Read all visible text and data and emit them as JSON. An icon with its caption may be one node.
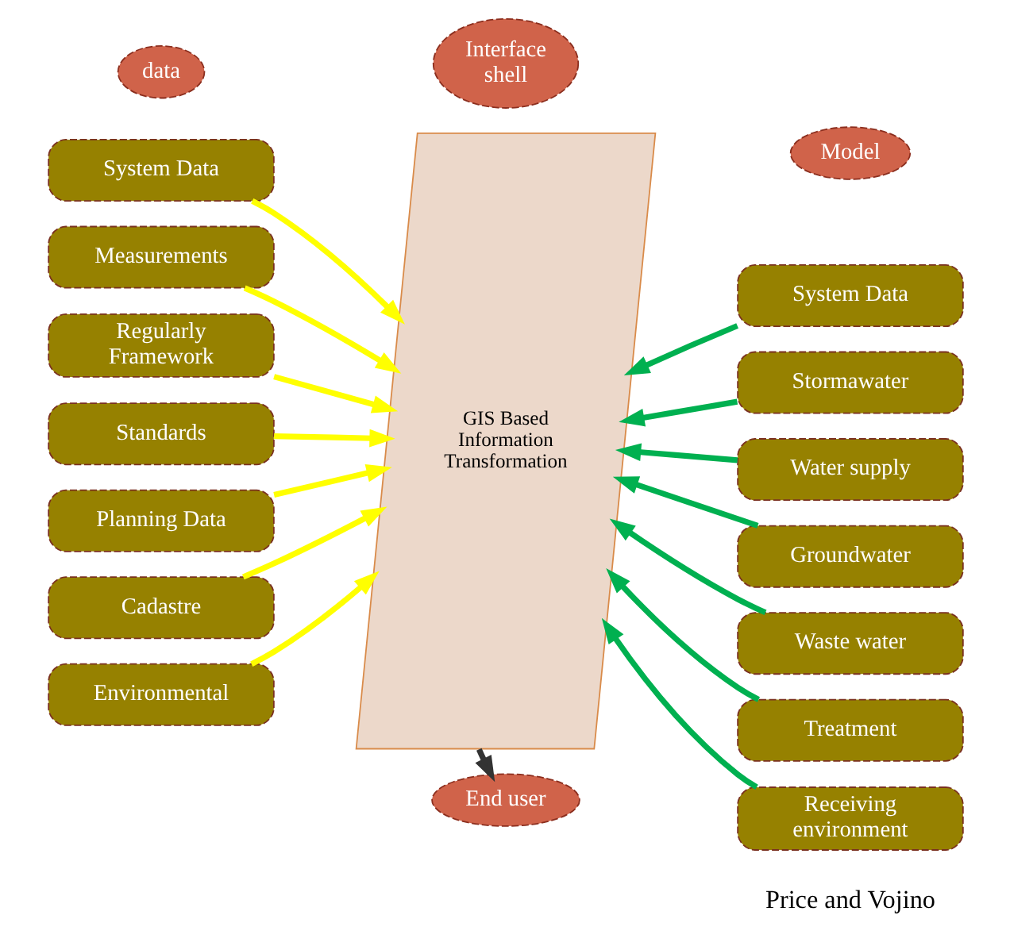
{
  "diagram": {
    "nodes": [
      {
        "text": [
          "data"
        ]
      },
      {
        "text": [
          "Interface shell"
        ]
      },
      {
        "text": [
          "Model"
        ]
      },
      {
        "text": [
          "System Data"
        ]
      },
      {
        "text": [
          "Measurements"
        ]
      },
      {
        "text": [
          "Regularly Framework"
        ]
      },
      {
        "text": [
          "Standards"
        ]
      },
      {
        "text": [
          "Planning Data"
        ]
      },
      {
        "text": [
          "Cadastre"
        ]
      },
      {
        "text": [
          "Environmental"
        ]
      },
      {
        "text": [
          "GIS Based Information Transformation"
        ]
      },
      {
        "text": [
          "System Data"
        ]
      },
      {
        "text": [
          "Stormawater"
        ]
      },
      {
        "text": [
          "Water supply"
        ]
      },
      {
        "text": [
          "Groundwater"
        ]
      },
      {
        "text": [
          "Waste water"
        ]
      },
      {
        "text": [
          "Treatment"
        ]
      },
      {
        "text": [
          "Receiving environment"
        ]
      },
      {
        "text": [
          "End user"
        ]
      }
    ],
    "edges": [
      {
        "from": 3,
        "to": 10,
        "arrow": "to",
        "color": "#ffff00"
      },
      {
        "from": 4,
        "to": 10,
        "arrow": "to",
        "color": "#ffff00"
      },
      {
        "from": 5,
        "to": 10,
        "arrow": "to",
        "color": "#ffff00"
      },
      {
        "from": 6,
        "to": 10,
        "arrow": "to",
        "color": "#ffff00"
      },
      {
        "from": 7,
        "to": 10,
        "arrow": "to",
        "color": "#ffff00"
      },
      {
        "from": 8,
        "to": 10,
        "arrow": "to",
        "color": "#ffff00"
      },
      {
        "from": 9,
        "to": 10,
        "arrow": "to",
        "color": "#ffff00"
      },
      {
        "from": 11,
        "to": 10,
        "arrow": "to",
        "color": "#00b050"
      },
      {
        "from": 12,
        "to": 10,
        "arrow": "to",
        "color": "#00b050"
      },
      {
        "from": 13,
        "to": 10,
        "arrow": "to",
        "color": "#00b050"
      },
      {
        "from": 14,
        "to": 10,
        "arrow": "to",
        "color": "#00b050"
      },
      {
        "from": 15,
        "to": 10,
        "arrow": "to",
        "color": "#00b050"
      },
      {
        "from": 16,
        "to": 10,
        "arrow": "to",
        "color": "#00b050"
      },
      {
        "from": 17,
        "to": 10,
        "arrow": "to",
        "color": "#00b050"
      },
      {
        "from": 10,
        "to": 18,
        "arrow": "to",
        "color": "#333333"
      }
    ],
    "labels": [
      "Price and Vojino"
    ]
  }
}
